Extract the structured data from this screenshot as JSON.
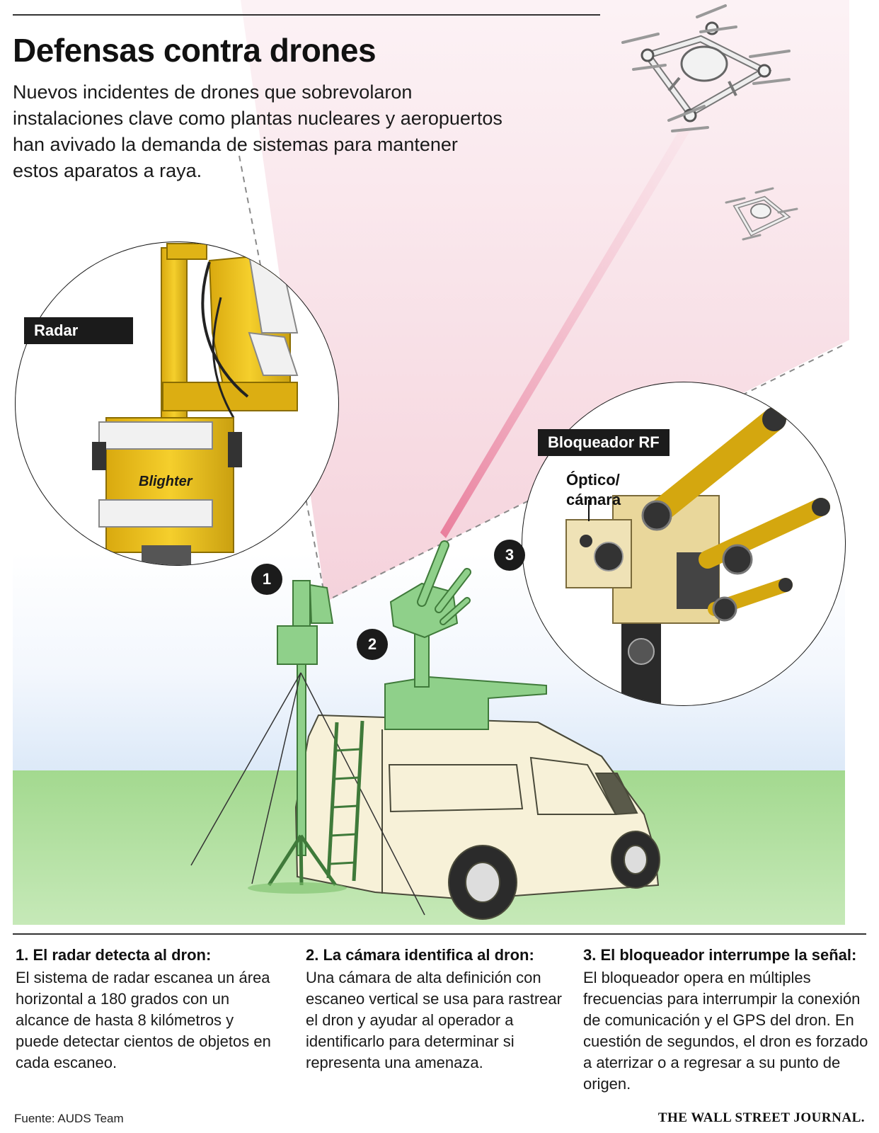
{
  "header": {
    "title": "Defensas contra drones",
    "intro": "Nuevos incidentes de drones que sobrevolaron instalaciones clave como plantas nucleares y aeropuertos han avivado la demanda de sistemas para mantener estos aparatos a raya."
  },
  "callouts": {
    "radar": "Radar",
    "jammer": "Bloqueador RF",
    "optic": "Óptico/\ncámara",
    "numbers": [
      "1",
      "2",
      "3"
    ]
  },
  "photo_text": {
    "radar_brand": "Blighter"
  },
  "steps": [
    {
      "title": "1. El radar detecta al dron:",
      "body": "El sistema de radar escanea un área horizontal a 180 grados con un alcance de hasta 8 kilómetros y puede detectar cientos de objetos en cada escaneo."
    },
    {
      "title": "2. La cámara identifica al dron:",
      "body": "Una cámara de alta definición con escaneo vertical se usa para rastrear el dron y ayudar al operador a identificarlo para determinar si representa una amenaza."
    },
    {
      "title": "3. El bloqueador interrumpe la señal:",
      "body": "El bloqueador opera en múltiples frecuencias para interrumpir la conexión de comunicación y el GPS del dron. En cuestión de segundos, el dron es forzado a aterrizar o a regresar a su punto de origen."
    }
  ],
  "footer": {
    "source": "Fuente: AUDS Team",
    "credit": "THE WALL STREET JOURNAL."
  },
  "colors": {
    "equipment_green": "#8fd08a",
    "equipment_yellow": "#f0c419",
    "van_cream": "#f7f1d8",
    "grass": "#9ad487",
    "sky": "#e4eefa",
    "beam": "#f3c8d4"
  }
}
